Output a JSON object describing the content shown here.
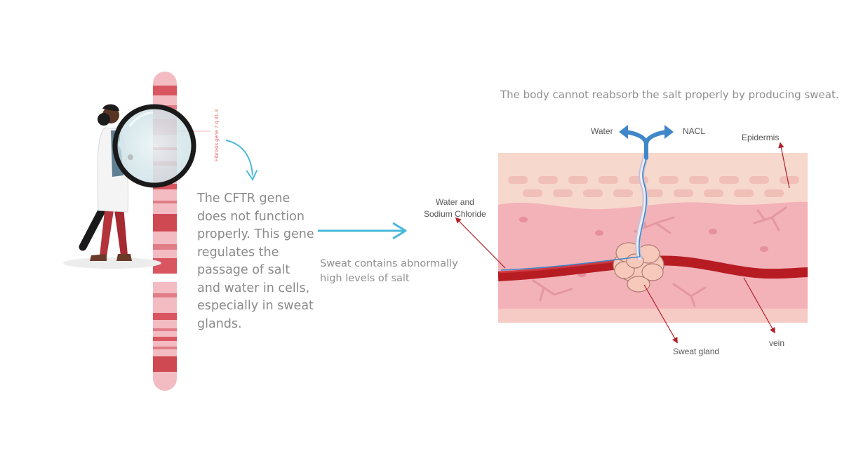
{
  "gene": {
    "tag": "Fibrosis gene 7 q 31.3",
    "description": "The CFTR gene does not function properly. This gene regulates the passage of salt and water in cells, especially in sweat glands."
  },
  "sweat": {
    "text": "Sweat contains abnormally high levels of salt"
  },
  "skin_diagram": {
    "headline": "The body cannot reabsorb the salt properly by producing sweat.",
    "labels": {
      "water": "Water",
      "nacl": "NACL",
      "epidermis": "Epidermis",
      "water_and": "Water and",
      "sodium_chloride": "Sodium Chloride",
      "sweat_gland": "Sweat gland",
      "vein": "vein"
    }
  },
  "colors": {
    "arrow_blue": "#4ab8d8",
    "label_arrow": "#b0202a",
    "vein": "#b71c23",
    "chromosome": "#f2b8bf",
    "chromosome_band": "#d9555f",
    "skin_top": "#f8d9cf",
    "dermis": "#f3aeb7",
    "outflow_blue": "#3f87c9"
  }
}
